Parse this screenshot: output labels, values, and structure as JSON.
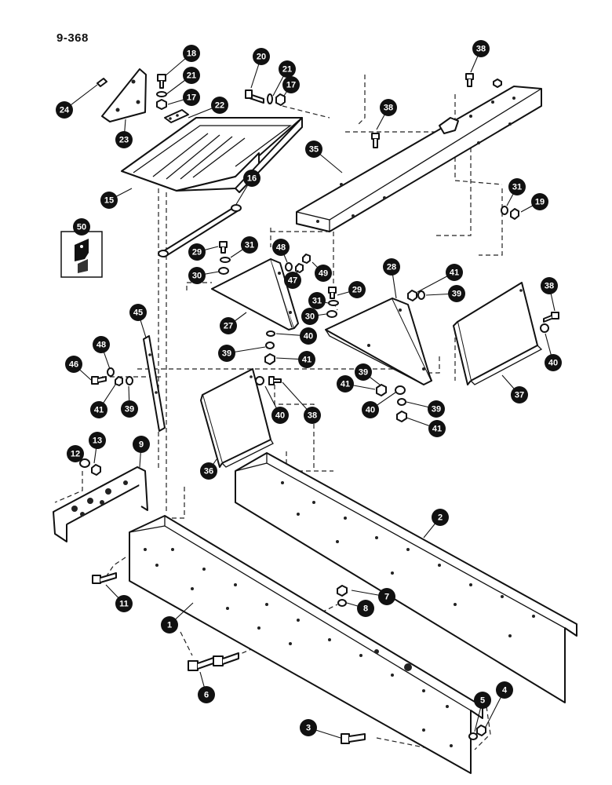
{
  "page_number": "9-368",
  "callouts": [
    {
      "label": "24"
    },
    {
      "label": "23"
    },
    {
      "label": "18"
    },
    {
      "label": "21"
    },
    {
      "label": "17"
    },
    {
      "label": "22"
    },
    {
      "label": "20"
    },
    {
      "label": "21"
    },
    {
      "label": "17"
    },
    {
      "label": "38"
    },
    {
      "label": "38"
    },
    {
      "label": "35"
    },
    {
      "label": "15"
    },
    {
      "label": "16"
    },
    {
      "label": "31"
    },
    {
      "label": "19"
    },
    {
      "label": "50"
    },
    {
      "label": "29"
    },
    {
      "label": "31"
    },
    {
      "label": "48"
    },
    {
      "label": "47"
    },
    {
      "label": "49"
    },
    {
      "label": "30"
    },
    {
      "label": "28"
    },
    {
      "label": "41"
    },
    {
      "label": "39"
    },
    {
      "label": "29"
    },
    {
      "label": "31"
    },
    {
      "label": "30"
    },
    {
      "label": "27"
    },
    {
      "label": "40"
    },
    {
      "label": "39"
    },
    {
      "label": "41"
    },
    {
      "label": "38"
    },
    {
      "label": "40"
    },
    {
      "label": "45"
    },
    {
      "label": "48"
    },
    {
      "label": "46"
    },
    {
      "label": "41"
    },
    {
      "label": "39"
    },
    {
      "label": "40"
    },
    {
      "label": "38"
    },
    {
      "label": "39"
    },
    {
      "label": "41"
    },
    {
      "label": "40"
    },
    {
      "label": "39"
    },
    {
      "label": "41"
    },
    {
      "label": "37"
    },
    {
      "label": "36"
    },
    {
      "label": "12"
    },
    {
      "label": "13"
    },
    {
      "label": "9"
    },
    {
      "label": "2"
    },
    {
      "label": "11"
    },
    {
      "label": "1"
    },
    {
      "label": "7"
    },
    {
      "label": "8"
    },
    {
      "label": "6"
    },
    {
      "label": "5"
    },
    {
      "label": "4"
    },
    {
      "label": "3"
    }
  ]
}
